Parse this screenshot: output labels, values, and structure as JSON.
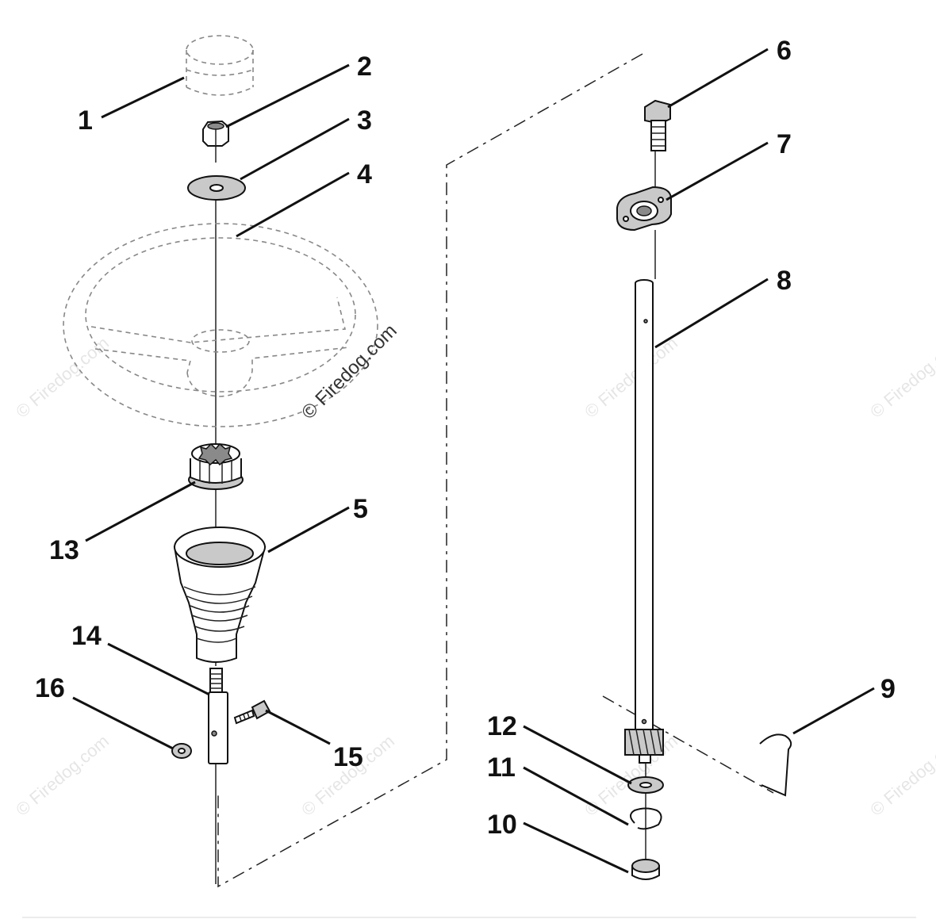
{
  "diagram": {
    "callouts": [
      "1",
      "2",
      "3",
      "4",
      "5",
      "6",
      "7",
      "8",
      "9",
      "10",
      "11",
      "12",
      "13",
      "14",
      "15",
      "16"
    ],
    "watermark_main": "© Firedog.com",
    "watermark_repeat": "© Firedog.com"
  }
}
